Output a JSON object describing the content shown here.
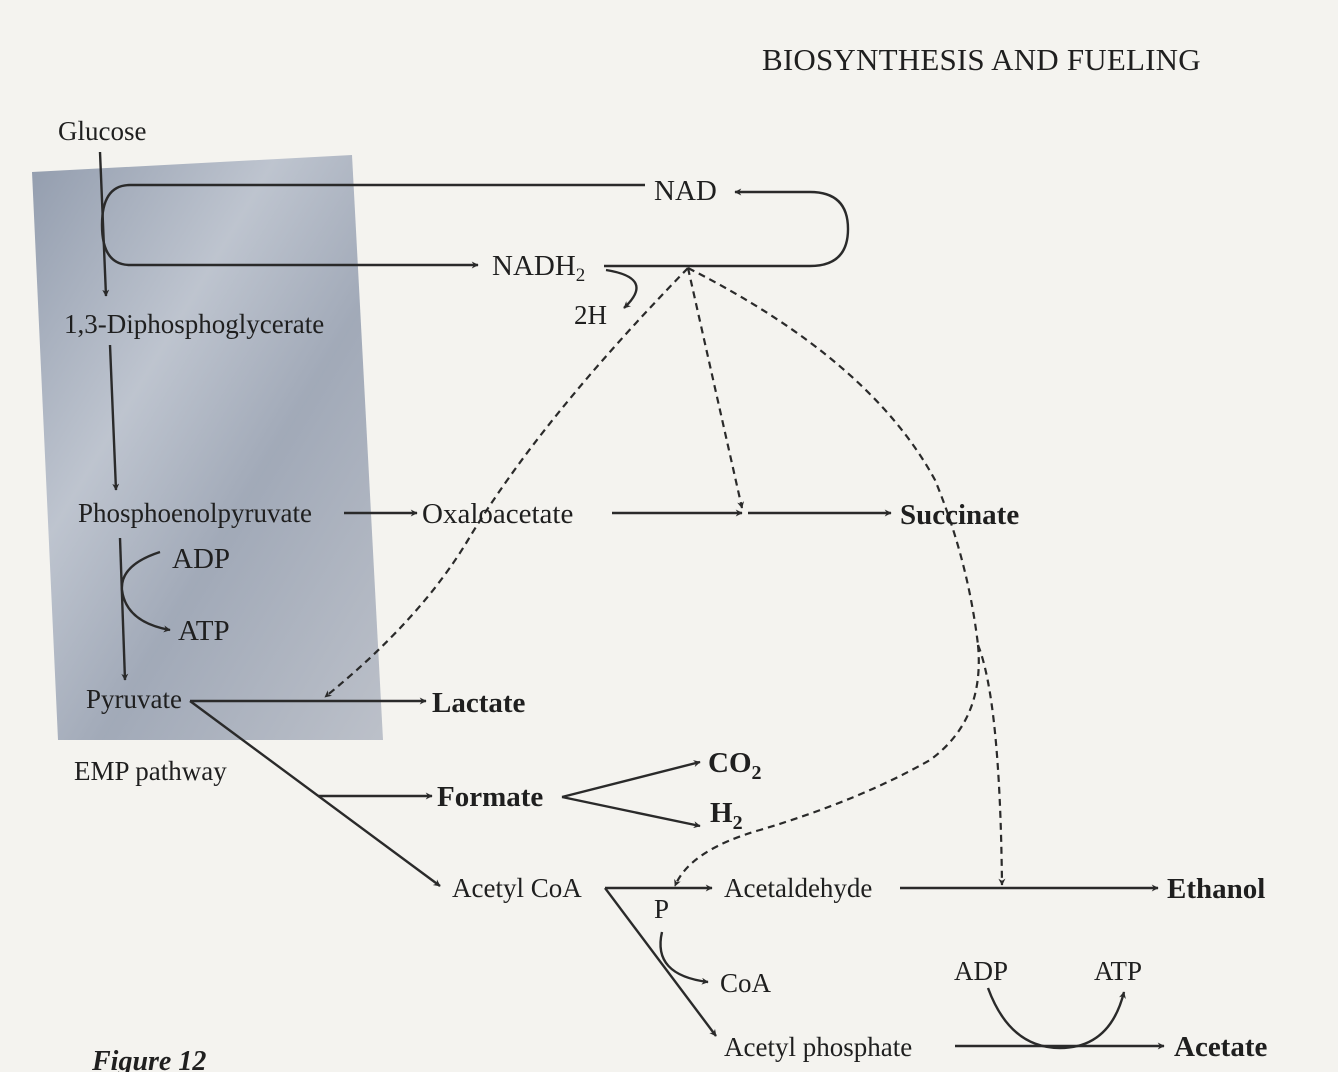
{
  "header": {
    "title": "BIOSYNTHESIS AND FUELING"
  },
  "panel": {
    "label": "EMP pathway",
    "shade_color": "#8d97a8"
  },
  "nodes": {
    "glucose": "Glucose",
    "nad": "NAD",
    "nadh2": "NADH",
    "nadh2_sub": "2",
    "two_h": "2H",
    "diphosphoglycerate": "1,3-Diphosphoglycerate",
    "phosphoenolpyruvate": "Phosphoenolpyruvate",
    "oxaloacetate": "Oxaloacetate",
    "succinate": "Succinate",
    "adp_top": "ADP",
    "atp_top": "ATP",
    "pyruvate": "Pyruvate",
    "lactate": "Lactate",
    "formate": "Formate",
    "co2": "CO",
    "co2_sub": "2",
    "h2": "H",
    "h2_sub": "2",
    "acetyl_coa": "Acetyl CoA",
    "p": "P",
    "acetaldehyde": "Acetaldehyde",
    "ethanol": "Ethanol",
    "coa": "CoA",
    "adp_bottom": "ADP",
    "atp_bottom": "ATP",
    "acetyl_phosphate": "Acetyl phosphate",
    "acetate": "Acetate"
  },
  "caption": {
    "figure": "Figure 12"
  }
}
